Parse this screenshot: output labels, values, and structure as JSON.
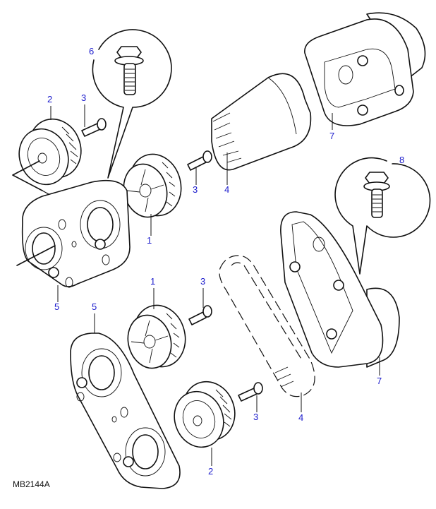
{
  "figure_id": "MB2144A",
  "label_color": "#1a1acc",
  "line_color": "#111111",
  "callouts": [
    {
      "id": "c6",
      "text": "6",
      "part": "flange bolt (detail)"
    },
    {
      "id": "c2a",
      "text": "2",
      "part": "pulley"
    },
    {
      "id": "c3a",
      "text": "3",
      "part": "bolt"
    },
    {
      "id": "c3b",
      "text": "3",
      "part": "bolt"
    },
    {
      "id": "c4a",
      "text": "4",
      "part": "timing belt"
    },
    {
      "id": "c7a",
      "text": "7",
      "part": "cover"
    },
    {
      "id": "c1a",
      "text": "1",
      "part": "sprocket"
    },
    {
      "id": "c5a",
      "text": "5",
      "part": "backplate"
    },
    {
      "id": "c8",
      "text": "8",
      "part": "flange bolt (detail)"
    },
    {
      "id": "c1b",
      "text": "1",
      "part": "sprocket"
    },
    {
      "id": "c3c",
      "text": "3",
      "part": "bolt"
    },
    {
      "id": "c5b",
      "text": "5",
      "part": "backplate"
    },
    {
      "id": "c7b",
      "text": "7",
      "part": "cover"
    },
    {
      "id": "c3d",
      "text": "3",
      "part": "bolt"
    },
    {
      "id": "c4b",
      "text": "4",
      "part": "timing belt"
    },
    {
      "id": "c2b",
      "text": "2",
      "part": "pulley"
    }
  ]
}
